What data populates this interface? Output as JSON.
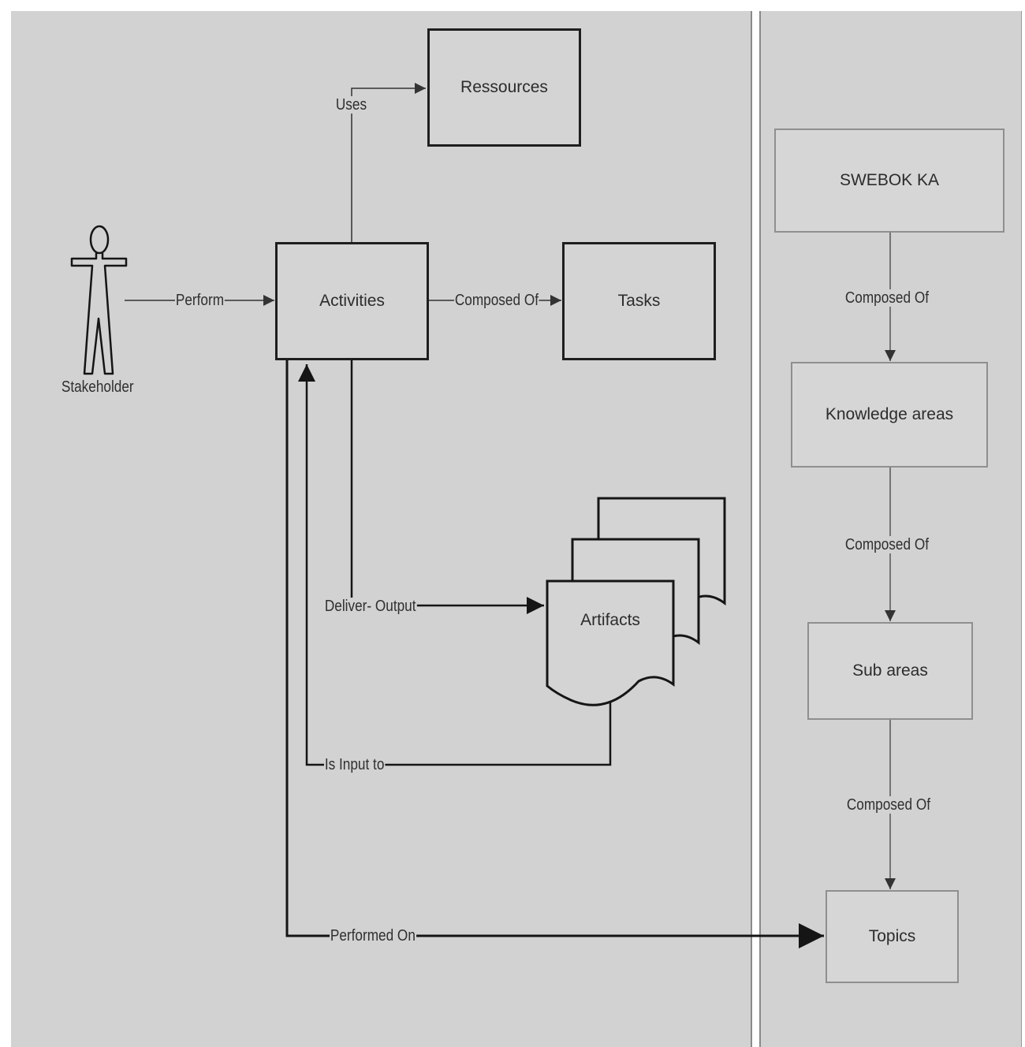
{
  "nodes": {
    "ressources": "Ressources",
    "activities": "Activities",
    "tasks": "Tasks",
    "artifacts": "Artifacts",
    "swebok": "SWEBOK KA",
    "knowledge_areas": "Knowledge areas",
    "sub_areas": "Sub areas",
    "topics": "Topics"
  },
  "actor": {
    "label": "Stakeholder"
  },
  "edges": {
    "uses": "Uses",
    "perform": "Perform",
    "composed_of_tasks": "Composed Of",
    "deliver_output": "Deliver- Output",
    "is_input_to": "Is Input to",
    "performed_on": "Performed On",
    "composed_of_1": "Composed Of",
    "composed_of_2": "Composed Of",
    "composed_of_3": "Composed Of"
  }
}
